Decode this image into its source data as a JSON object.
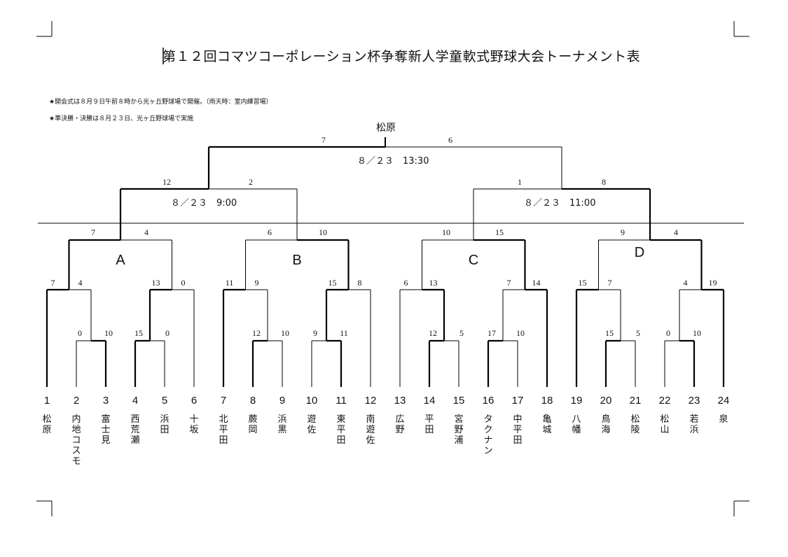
{
  "title": "第１２回コマツコーポレーション杯争奪新人学童軟式野球大会トーナメント表",
  "notes": [
    "★開会式は８月９日午前８時から光ヶ丘野球場で開催。（雨天時：室内練習場）",
    "★準決勝・決勝は８月２３日、光ヶ丘野球場で実施"
  ],
  "champion": "松原",
  "final": {
    "left_score": "7",
    "right_score": "6",
    "schedule": "８／２３　13:30"
  },
  "semis": [
    {
      "left_score": "12",
      "right_score": "2",
      "schedule": "８／２３　9:00"
    },
    {
      "left_score": "1",
      "right_score": "8",
      "schedule": "８／２３　11:00"
    }
  ],
  "blocks": [
    "A",
    "B",
    "C",
    "D"
  ],
  "quarter_scores": [
    [
      "7",
      "4"
    ],
    [
      "6",
      "10"
    ],
    [
      "10",
      "15"
    ],
    [
      "9",
      "4"
    ]
  ],
  "round2_scores": [
    [
      "7",
      "4"
    ],
    [
      "13",
      "0"
    ],
    [
      "11",
      "9"
    ],
    [
      "15",
      "8"
    ],
    [
      "6",
      "13"
    ],
    [
      "7",
      "14"
    ],
    [
      "15",
      "7"
    ],
    [
      "4",
      "19"
    ]
  ],
  "round1_scores": [
    [
      "0",
      "10"
    ],
    [
      "15",
      "0"
    ],
    [
      "12",
      "10"
    ],
    [
      "9",
      "11"
    ],
    [
      "12",
      "5"
    ],
    [
      "17",
      "10"
    ],
    [
      "15",
      "5"
    ],
    [
      "0",
      "10"
    ]
  ],
  "teams": [
    {
      "num": "1",
      "name": "松原"
    },
    {
      "num": "2",
      "name": "内地コスモ"
    },
    {
      "num": "3",
      "name": "富士見"
    },
    {
      "num": "4",
      "name": "西荒瀬"
    },
    {
      "num": "5",
      "name": "浜田"
    },
    {
      "num": "6",
      "name": "十坂"
    },
    {
      "num": "7",
      "name": "北平田"
    },
    {
      "num": "8",
      "name": "蕨岡"
    },
    {
      "num": "9",
      "name": "浜黒"
    },
    {
      "num": "10",
      "name": "遊佐"
    },
    {
      "num": "11",
      "name": "東平田"
    },
    {
      "num": "12",
      "name": "南遊佐"
    },
    {
      "num": "13",
      "name": "広野"
    },
    {
      "num": "14",
      "name": "平田"
    },
    {
      "num": "15",
      "name": "宮野浦"
    },
    {
      "num": "16",
      "name": "タクナン"
    },
    {
      "num": "17",
      "name": "中平田"
    },
    {
      "num": "18",
      "name": "亀城"
    },
    {
      "num": "19",
      "name": "八幡"
    },
    {
      "num": "20",
      "name": "鳥海"
    },
    {
      "num": "21",
      "name": "松陵"
    },
    {
      "num": "22",
      "name": "松山"
    },
    {
      "num": "23",
      "name": "若浜"
    },
    {
      "num": "24",
      "name": "泉"
    }
  ]
}
